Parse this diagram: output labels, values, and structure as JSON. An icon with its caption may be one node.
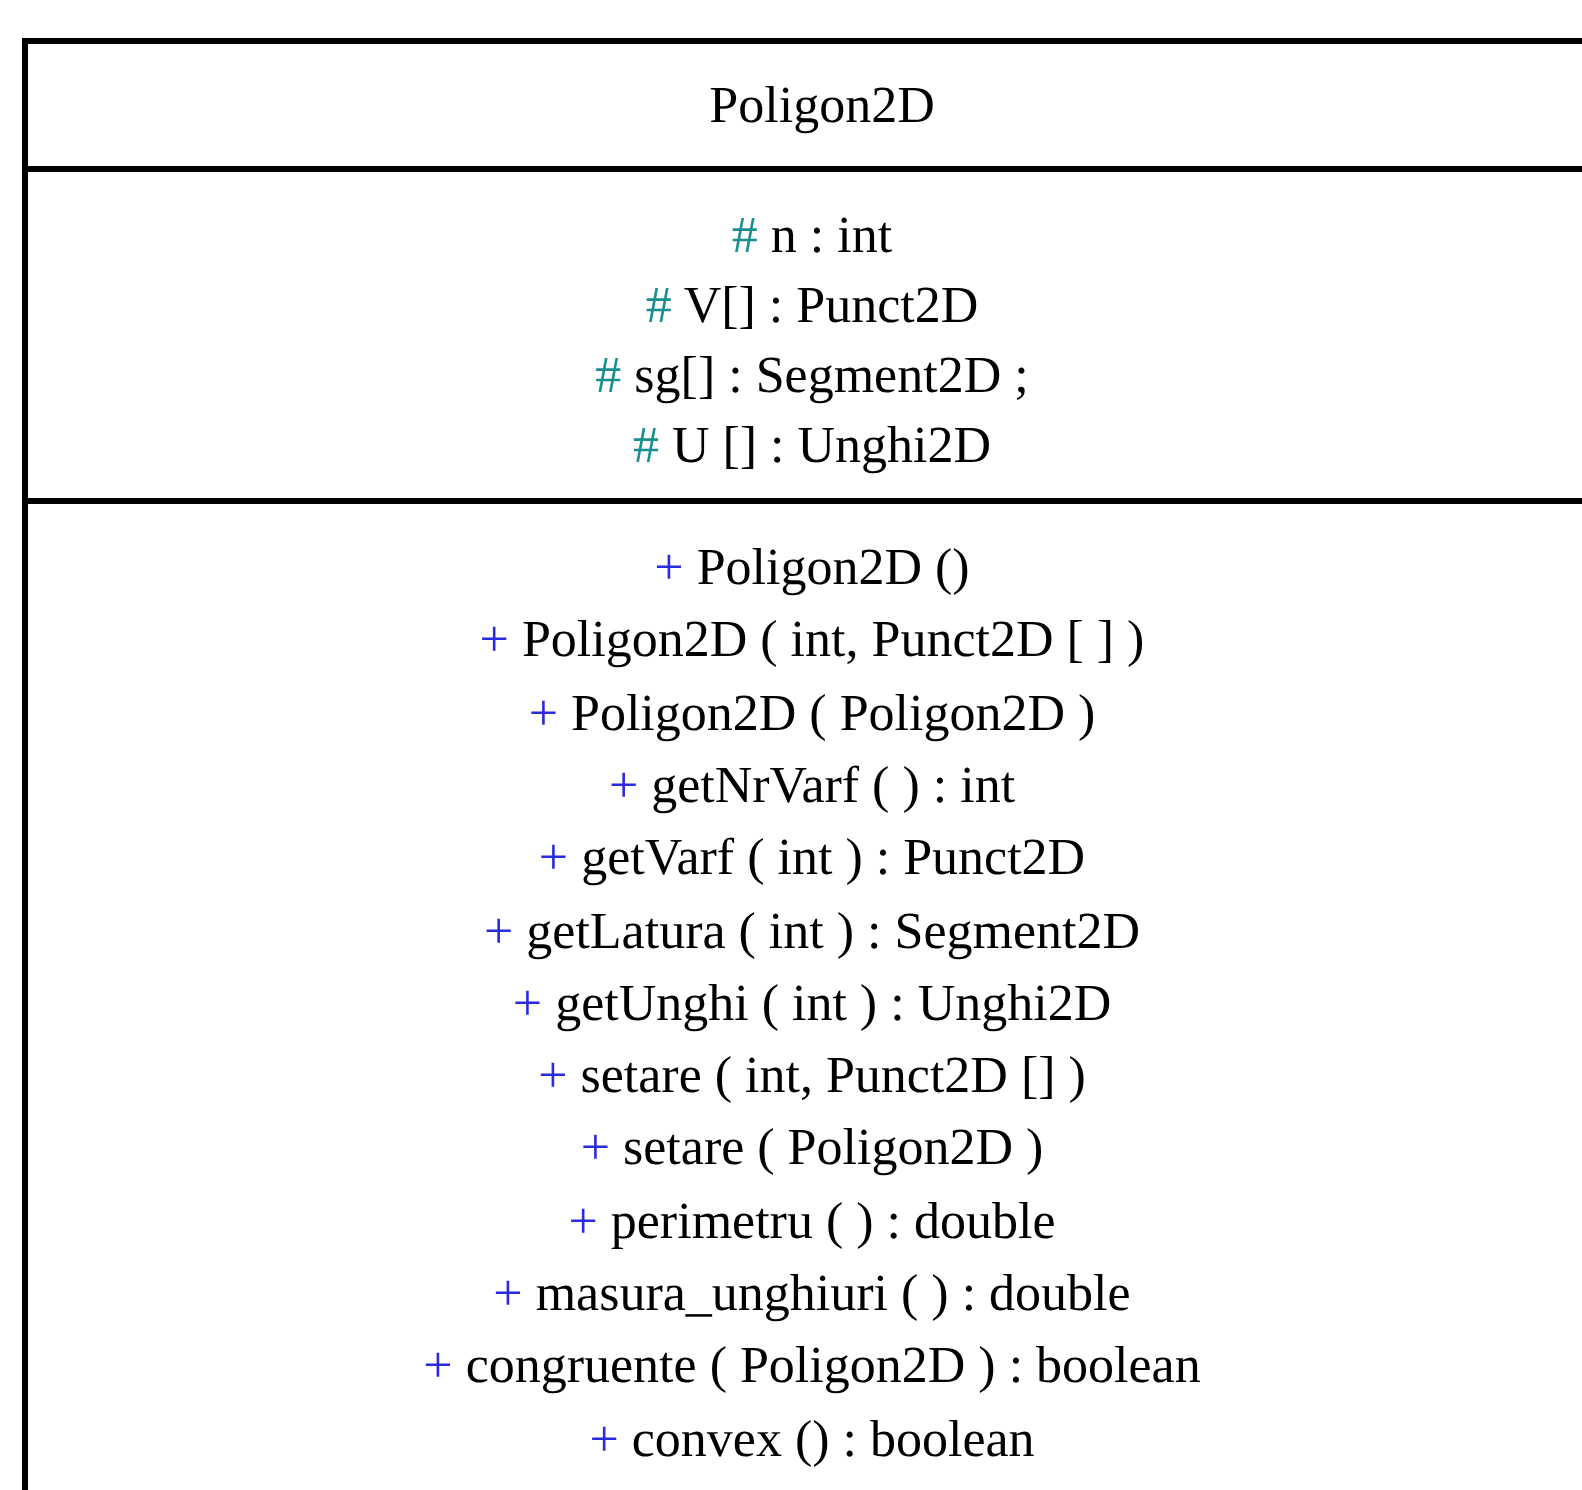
{
  "diagram": {
    "nodes": [
      {
        "text": [
          "Poligon2D"
        ]
      },
      {
        "text": [
          "# n : int",
          "# V[] : Punct2D",
          "# sg[] : Segment2D ;",
          "# U [] : Unghi2D"
        ],
        "in": 0
      },
      {
        "text": [
          "+ Poligon2D ()",
          "+ Poligon2D ( int, Punct2D [ ] )",
          "+ Poligon2D ( Poligon2D )",
          "+ getNrVarf ( ) : int",
          "+ getVarf ( int ) : Punct2D",
          "+ getLatura ( int ) : Segment2D",
          "+ getUnghi ( int ) : Unghi2D",
          "+ setare ( int, Punct2D [] )",
          "+ setare ( Poligon2D )",
          "+ perimetru ( ) : double",
          "+ masura_unghiuri ( ) : double",
          "+ congruente ( Poligon2D ) : boolean",
          "+ convex () : boolean"
        ],
        "in": 0
      }
    ]
  }
}
